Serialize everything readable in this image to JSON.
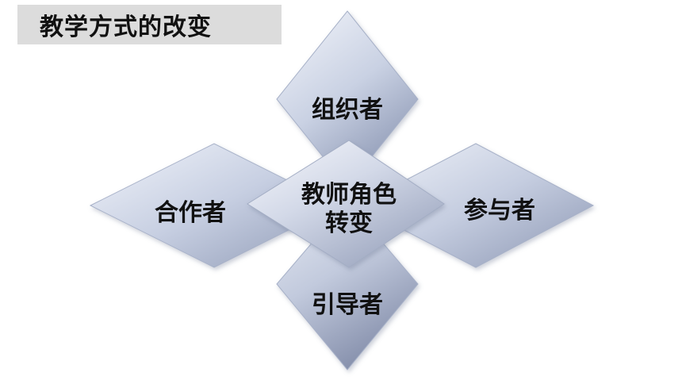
{
  "title": "教学方式的改变",
  "diagram": {
    "top": {
      "label": "组织者"
    },
    "left": {
      "label": "合作者"
    },
    "right": {
      "label": "参与者"
    },
    "bottom": {
      "label": "引导者"
    },
    "center": {
      "line1": "教师角色",
      "line2": "转变"
    }
  },
  "colors": {
    "diamond_light": "#eef1f8",
    "diamond_mid": "#c4cde0",
    "diamond_dark": "#8c97b3",
    "title_bg": "#dcdcdc"
  }
}
